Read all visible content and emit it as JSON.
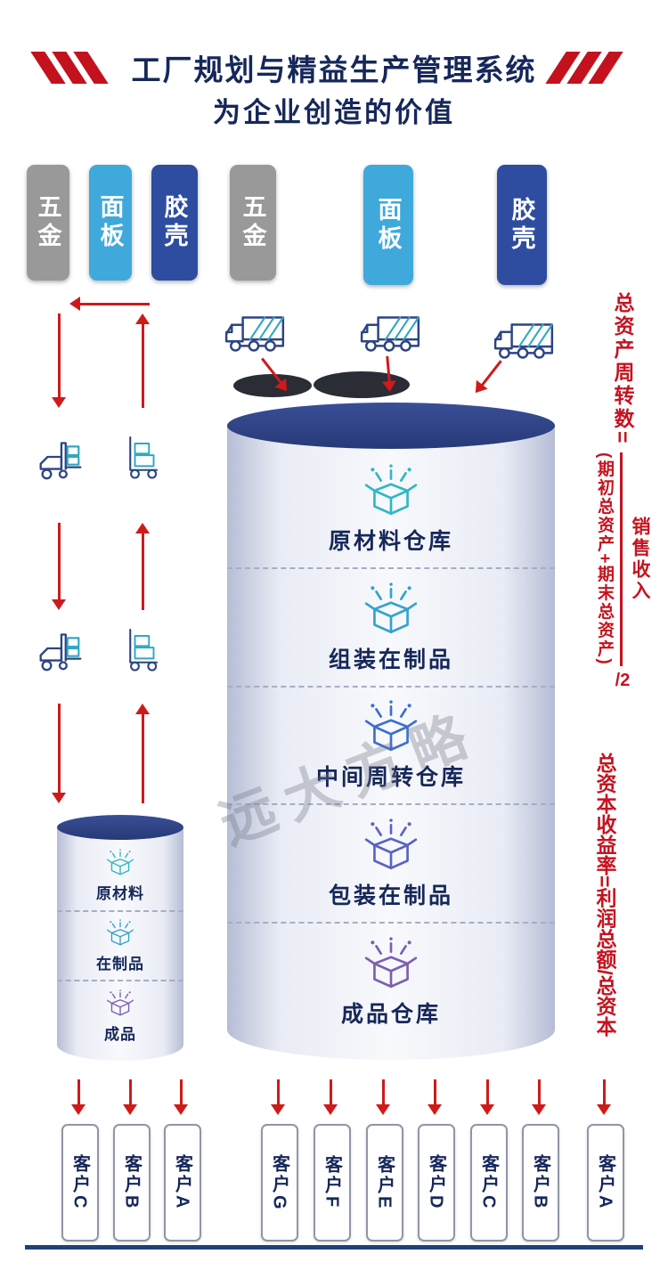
{
  "title": {
    "line1": "工厂规划与精益生产管理系统",
    "line2": "为企业创造的价值"
  },
  "suppliers_left": [
    {
      "label": "五金",
      "color": "#999999"
    },
    {
      "label": "面板",
      "color": "#3fa9dc"
    },
    {
      "label": "胶壳",
      "color": "#2e4da0"
    }
  ],
  "suppliers_right": [
    {
      "label": "五金",
      "color": "#999999"
    },
    {
      "label": "面板",
      "color": "#3fa9dc"
    },
    {
      "label": "胶壳",
      "color": "#2e4da0"
    }
  ],
  "factory": {
    "sections": [
      {
        "label": "原材料仓库",
        "icon": "open-box-icon",
        "icon_color": "#2fb8c5"
      },
      {
        "label": "组装在制品",
        "icon": "open-box-icon",
        "icon_color": "#33a3cd"
      },
      {
        "label": "中间周转仓库",
        "icon": "open-box-icon",
        "icon_color": "#3d6fd0"
      },
      {
        "label": "包装在制品",
        "icon": "open-box-icon",
        "icon_color": "#5a63c4"
      },
      {
        "label": "成品仓库",
        "icon": "open-box-icon",
        "icon_color": "#7d5fb2"
      }
    ]
  },
  "small_warehouse": {
    "sections": [
      {
        "label": "原材料",
        "icon": "open-box-icon",
        "icon_color": "#2fb8c5"
      },
      {
        "label": "在制品",
        "icon": "open-box-icon",
        "icon_color": "#33a3cd"
      },
      {
        "label": "成品",
        "icon": "open-box-icon",
        "icon_color": "#7d5fb2"
      }
    ]
  },
  "formulas": {
    "turnover": {
      "lhs": "总资产周转数=",
      "numerator": "销售收入",
      "denominator": "(期初总资产+期末总资产)",
      "divisor": "/2"
    },
    "roi": "总资本收益率=利润总额/总资本"
  },
  "customers_left": [
    "客户C",
    "客户B",
    "客户A"
  ],
  "customers_right": [
    "客户G",
    "客户F",
    "客户E",
    "客户D",
    "客户C",
    "客户B",
    "客户A"
  ],
  "watermark": "远大方略",
  "colors": {
    "accent_red": "#c41420",
    "navy_text": "#16275a",
    "cylinder_top": "#2c3f80"
  }
}
